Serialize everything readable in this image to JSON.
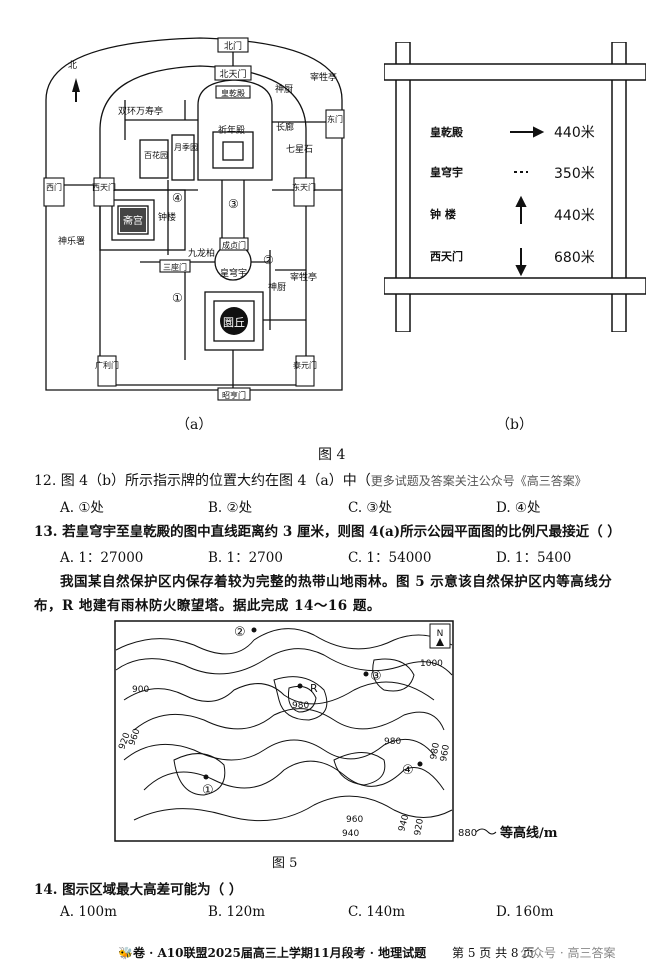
{
  "figure4": {
    "a": {
      "gates": {
        "north": "北门",
        "north_tianmen": "北天门",
        "west": "西门",
        "west_tianmen": "西天门",
        "east": "东门",
        "east_tianmen": "东天门",
        "guangli": "广利门",
        "taiyuan": "泰元门",
        "zhaoheng": "昭亨门",
        "sanzuo": "三座门",
        "chengzhen": "成贞门"
      },
      "labels": {
        "north_arrow": "北",
        "shuanghuan": "双环万寿亭",
        "qiniandian": "祈年殿",
        "huangqiandian": "皇乾殿",
        "shenchu_top": "神厨",
        "zaisheng_top": "宰牲亭",
        "changlang": "长廊",
        "qixingshi": "七星石",
        "baihua": "百花园",
        "yueji": "月季园",
        "zhailong": "斋宫",
        "zhonglou": "钟楼",
        "shenyue": "神乐署",
        "jiulongbai": "九龙柏",
        "huangqiongyu": "皇穹宇",
        "shenchu_bottom": "神厨",
        "zaisheng_bottom": "宰牲亭",
        "yuanqiu": "圜丘",
        "m1": "①",
        "m2": "②",
        "m3": "③",
        "m4": "④"
      },
      "caption": "（a）"
    },
    "b": {
      "rows": [
        {
          "name": "皇乾殿",
          "dist": "440米"
        },
        {
          "name": "皇穹宇",
          "dist": "350米"
        },
        {
          "name": "钟 楼",
          "dist": "440米"
        },
        {
          "name": "西天门",
          "dist": "680米"
        }
      ],
      "caption": "（b）"
    },
    "title": "图 4"
  },
  "q12": {
    "stem": "12.  图 4（b）所示指示牌的位置大约在图 4（a）中（",
    "watermark": "更多试题及答案关注公众号《高三答案》",
    "options": [
      "A.  ①处",
      "B.  ②处",
      "C.  ③处",
      "D.  ④处"
    ]
  },
  "q13": {
    "stem": "13. 若皇穹宇至皇乾殿的图中直线距离约 3 厘米，则图 4(a)所示公园平面图的比例尺最接近（    ）",
    "options": [
      "A.  1：27000",
      "B.  1：2700",
      "C.  1：54000",
      "D.  1：5400"
    ]
  },
  "passage": {
    "line1": "我国某自然保护区内保存着较为完整的热带山地雨林。图 5 示意该自然保护区内等高线分",
    "line2": "布，R 地建有雨林防火瞭望塔。据此完成 14～16 题。"
  },
  "figure5": {
    "north": "N",
    "point_r": "R",
    "markers": [
      "①",
      "②",
      "③",
      "④"
    ],
    "contour_labels": [
      "1000",
      "900",
      "980",
      "920",
      "960",
      "980",
      "960",
      "940",
      "940",
      "920",
      "980",
      "960"
    ],
    "legend": "等高线/m",
    "legend_value": "880",
    "title": "图 5"
  },
  "q14": {
    "stem": "14.  图示区域最大高差可能为（      ）",
    "options": [
      "A.  100m",
      "B.  120m",
      "C.  140m",
      "D.  160m"
    ]
  },
  "footer": {
    "brand": "🐝卷 · A10联盟2025届高三上学期11月段考 · 地理试题",
    "page": "第 5 页   共 8 页",
    "watermark": "公众号 · 高三答案"
  }
}
